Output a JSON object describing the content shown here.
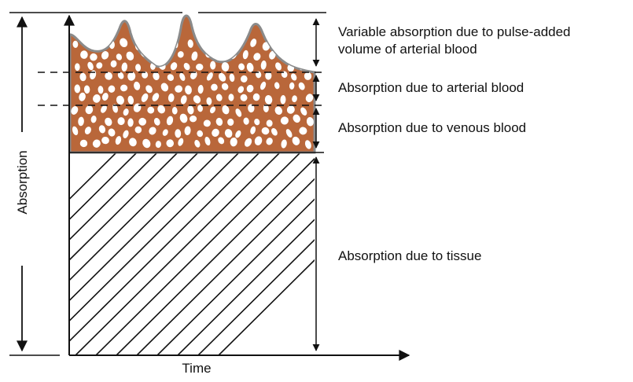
{
  "diagram": {
    "y_axis_label": "Absorption",
    "x_axis_label": "Time",
    "layers": [
      {
        "label_lines": [
          "Variable absorption due to pulse-added",
          "volume of arterial blood"
        ]
      },
      {
        "label_lines": [
          "Absorption due to arterial blood"
        ]
      },
      {
        "label_lines": [
          "Absorption due to venous blood"
        ]
      },
      {
        "label_lines": [
          "Absorption due to tissue"
        ]
      }
    ]
  },
  "colors": {
    "blood_fill": "#B9673A",
    "blood_outline": "#8a8a8a",
    "cells": "#ffffff",
    "lines": "#111111"
  }
}
